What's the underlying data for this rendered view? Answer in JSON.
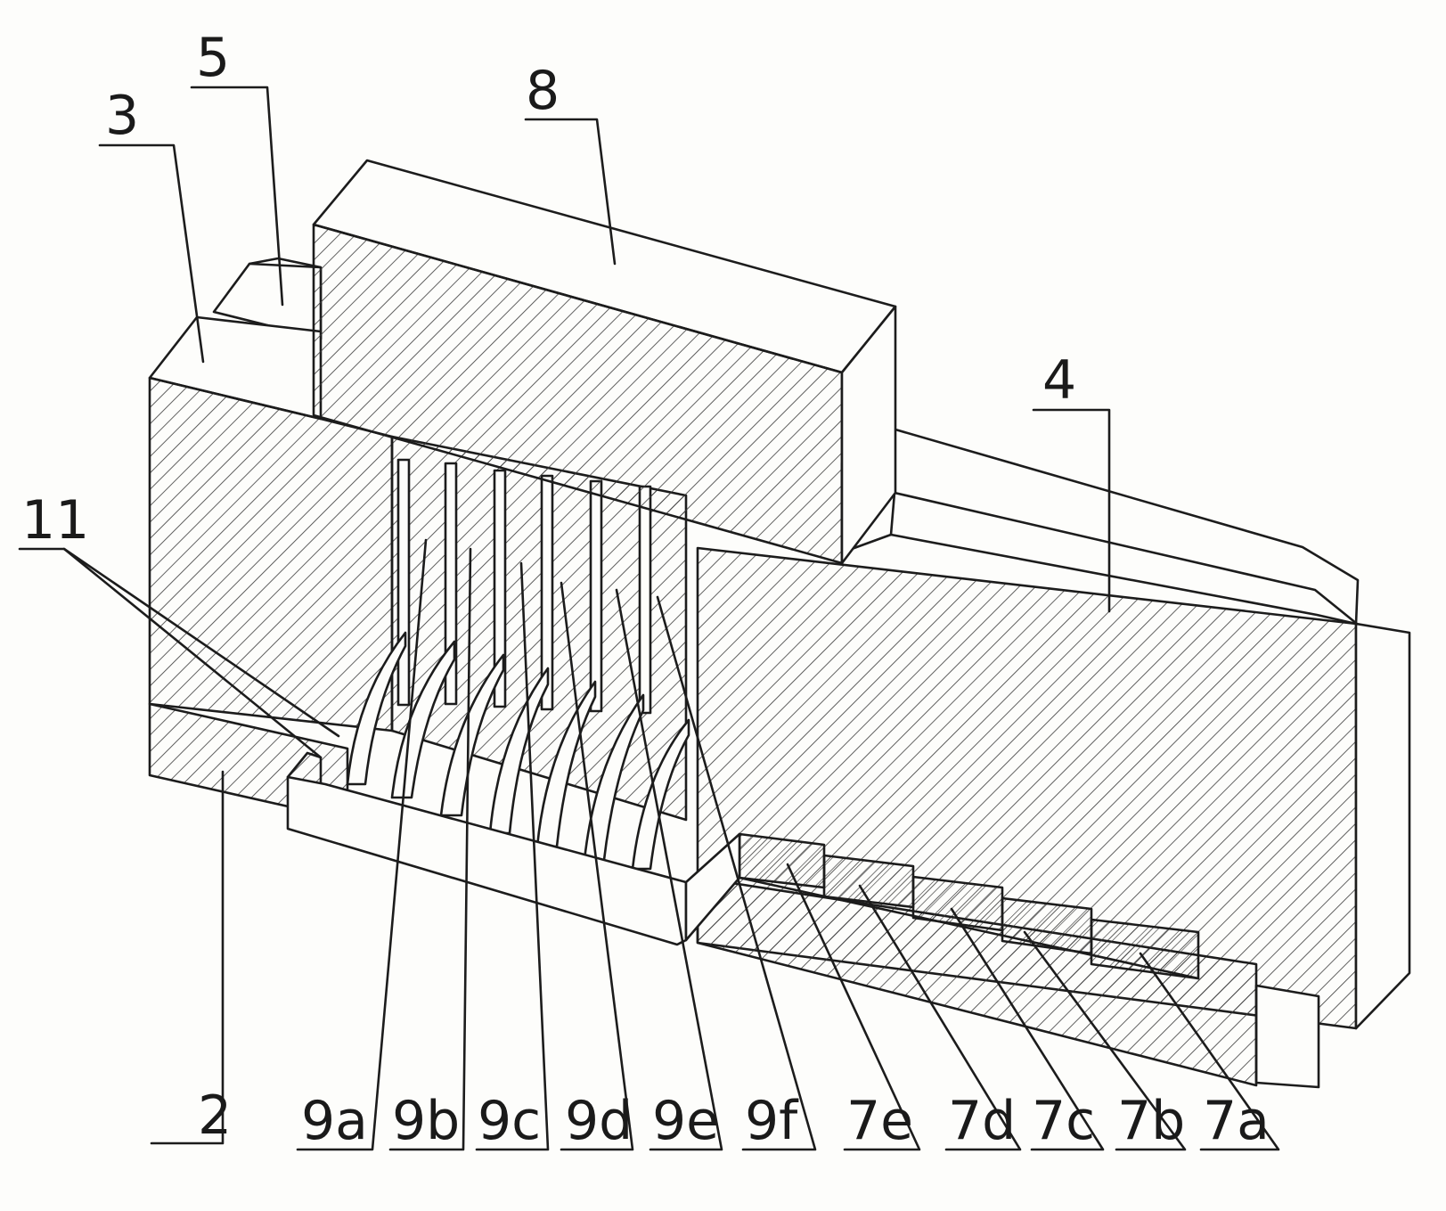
{
  "figure": {
    "labels": {
      "label_2": "2",
      "label_3": "3",
      "label_4": "4",
      "label_5": "5",
      "label_8": "8",
      "label_11": "11",
      "label_9a": "9a",
      "label_9b": "9b",
      "label_9c": "9c",
      "label_9d": "9d",
      "label_9e": "9e",
      "label_9f": "9f",
      "label_7a": "7a",
      "label_7b": "7b",
      "label_7c": "7c",
      "label_7d": "7d",
      "label_7e": "7e"
    },
    "colors": {
      "ink": "#1c1c1c",
      "paper": "#fdfdfb",
      "hatch": "#3a3a3a"
    }
  }
}
